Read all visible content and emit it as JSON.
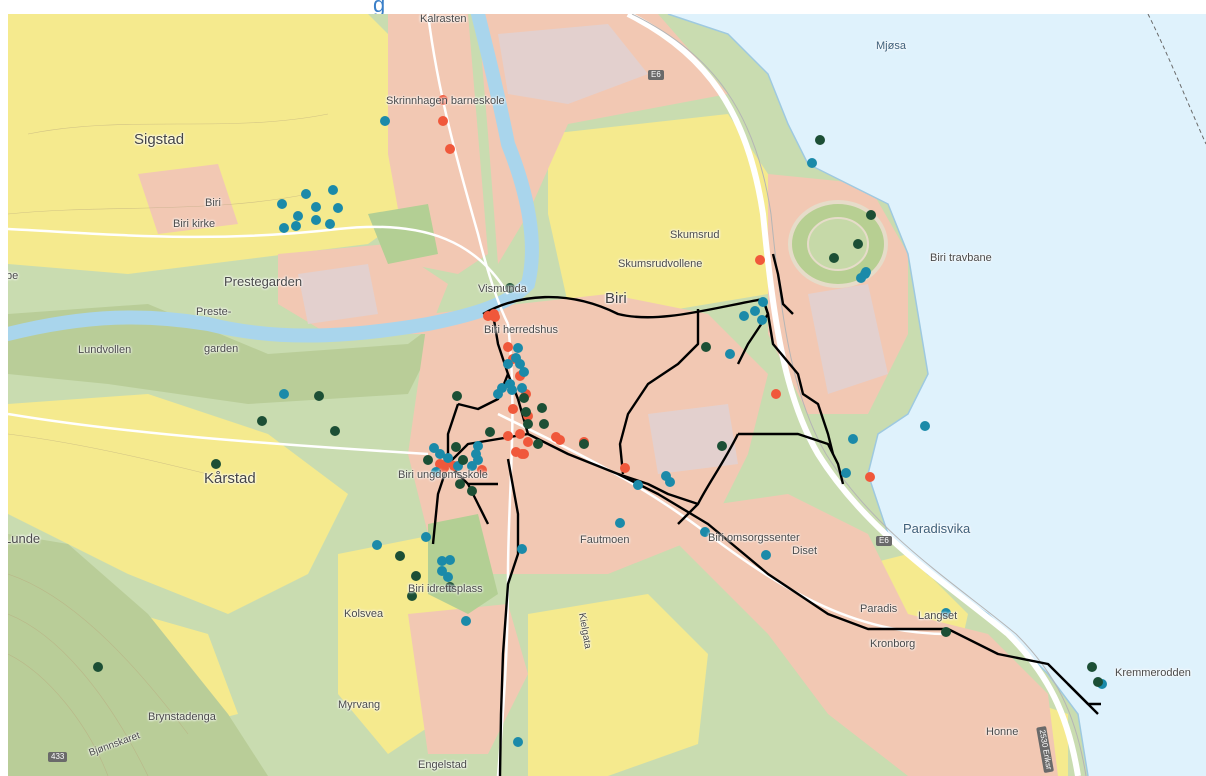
{
  "header": {
    "fragment": "g"
  },
  "map": {
    "colors": {
      "water": "#dff2fc",
      "forest": "#c6d9a8",
      "farmland": "#f5ea8e",
      "residential": "#f2c8b3",
      "industrial": "#e6d2cf",
      "river": "#a9d5ec",
      "road_major": "#ffffff",
      "route_line": "#000000",
      "dot_red": "#f0583b",
      "dot_blue": "#1b8aa9",
      "dot_green": "#1c4f35"
    },
    "labels": {
      "kalrasten": "Kalrasten",
      "skrinnhagen": "Skrinnhagen barneskole",
      "sigstad": "Sigstad",
      "biri_small": "Biri",
      "biri_kirke": "Biri kirke",
      "prestegarden": "Prestegarden",
      "preste": "Preste-",
      "garden": "garden",
      "lundvollen": "Lundvollen",
      "karstad": "Kårstad",
      "lunde": "Lunde",
      "kolsvea": "Kolsvea",
      "myrvang": "Myrvang",
      "brynstadenga": "Brynstadenga",
      "bjonnskaret": "Bjønnskaret",
      "engelstad": "Engelstad",
      "vismunda": "Vismunda",
      "biri_herredshus": "Biri herredshus",
      "biri_big": "Biri",
      "skumsrud": "Skumsrud",
      "skumsrudvollene": "Skumsrudvollene",
      "biri_ungdomsskole": "Biri ungdomsskole",
      "fautmoen": "Fautmoen",
      "biri_idrettsplass": "Biri idrettsplass",
      "kielgata": "Kielgata",
      "biri_omsorgssenter": "Biri omsorgssenter",
      "diset": "Diset",
      "paradis": "Paradis",
      "langset": "Langset",
      "kronborg": "Kronborg",
      "honne": "Honne",
      "kremmerodden": "Kremmerodden",
      "paradisvika": "Paradisvika",
      "biri_travbane": "Biri travbane",
      "mjosa": "Mjøsa",
      "be": "be",
      "road_e6_a": "E6",
      "road_e6_b": "E6",
      "road_433": "433",
      "road_2530": "2530 Eriksr"
    }
  }
}
